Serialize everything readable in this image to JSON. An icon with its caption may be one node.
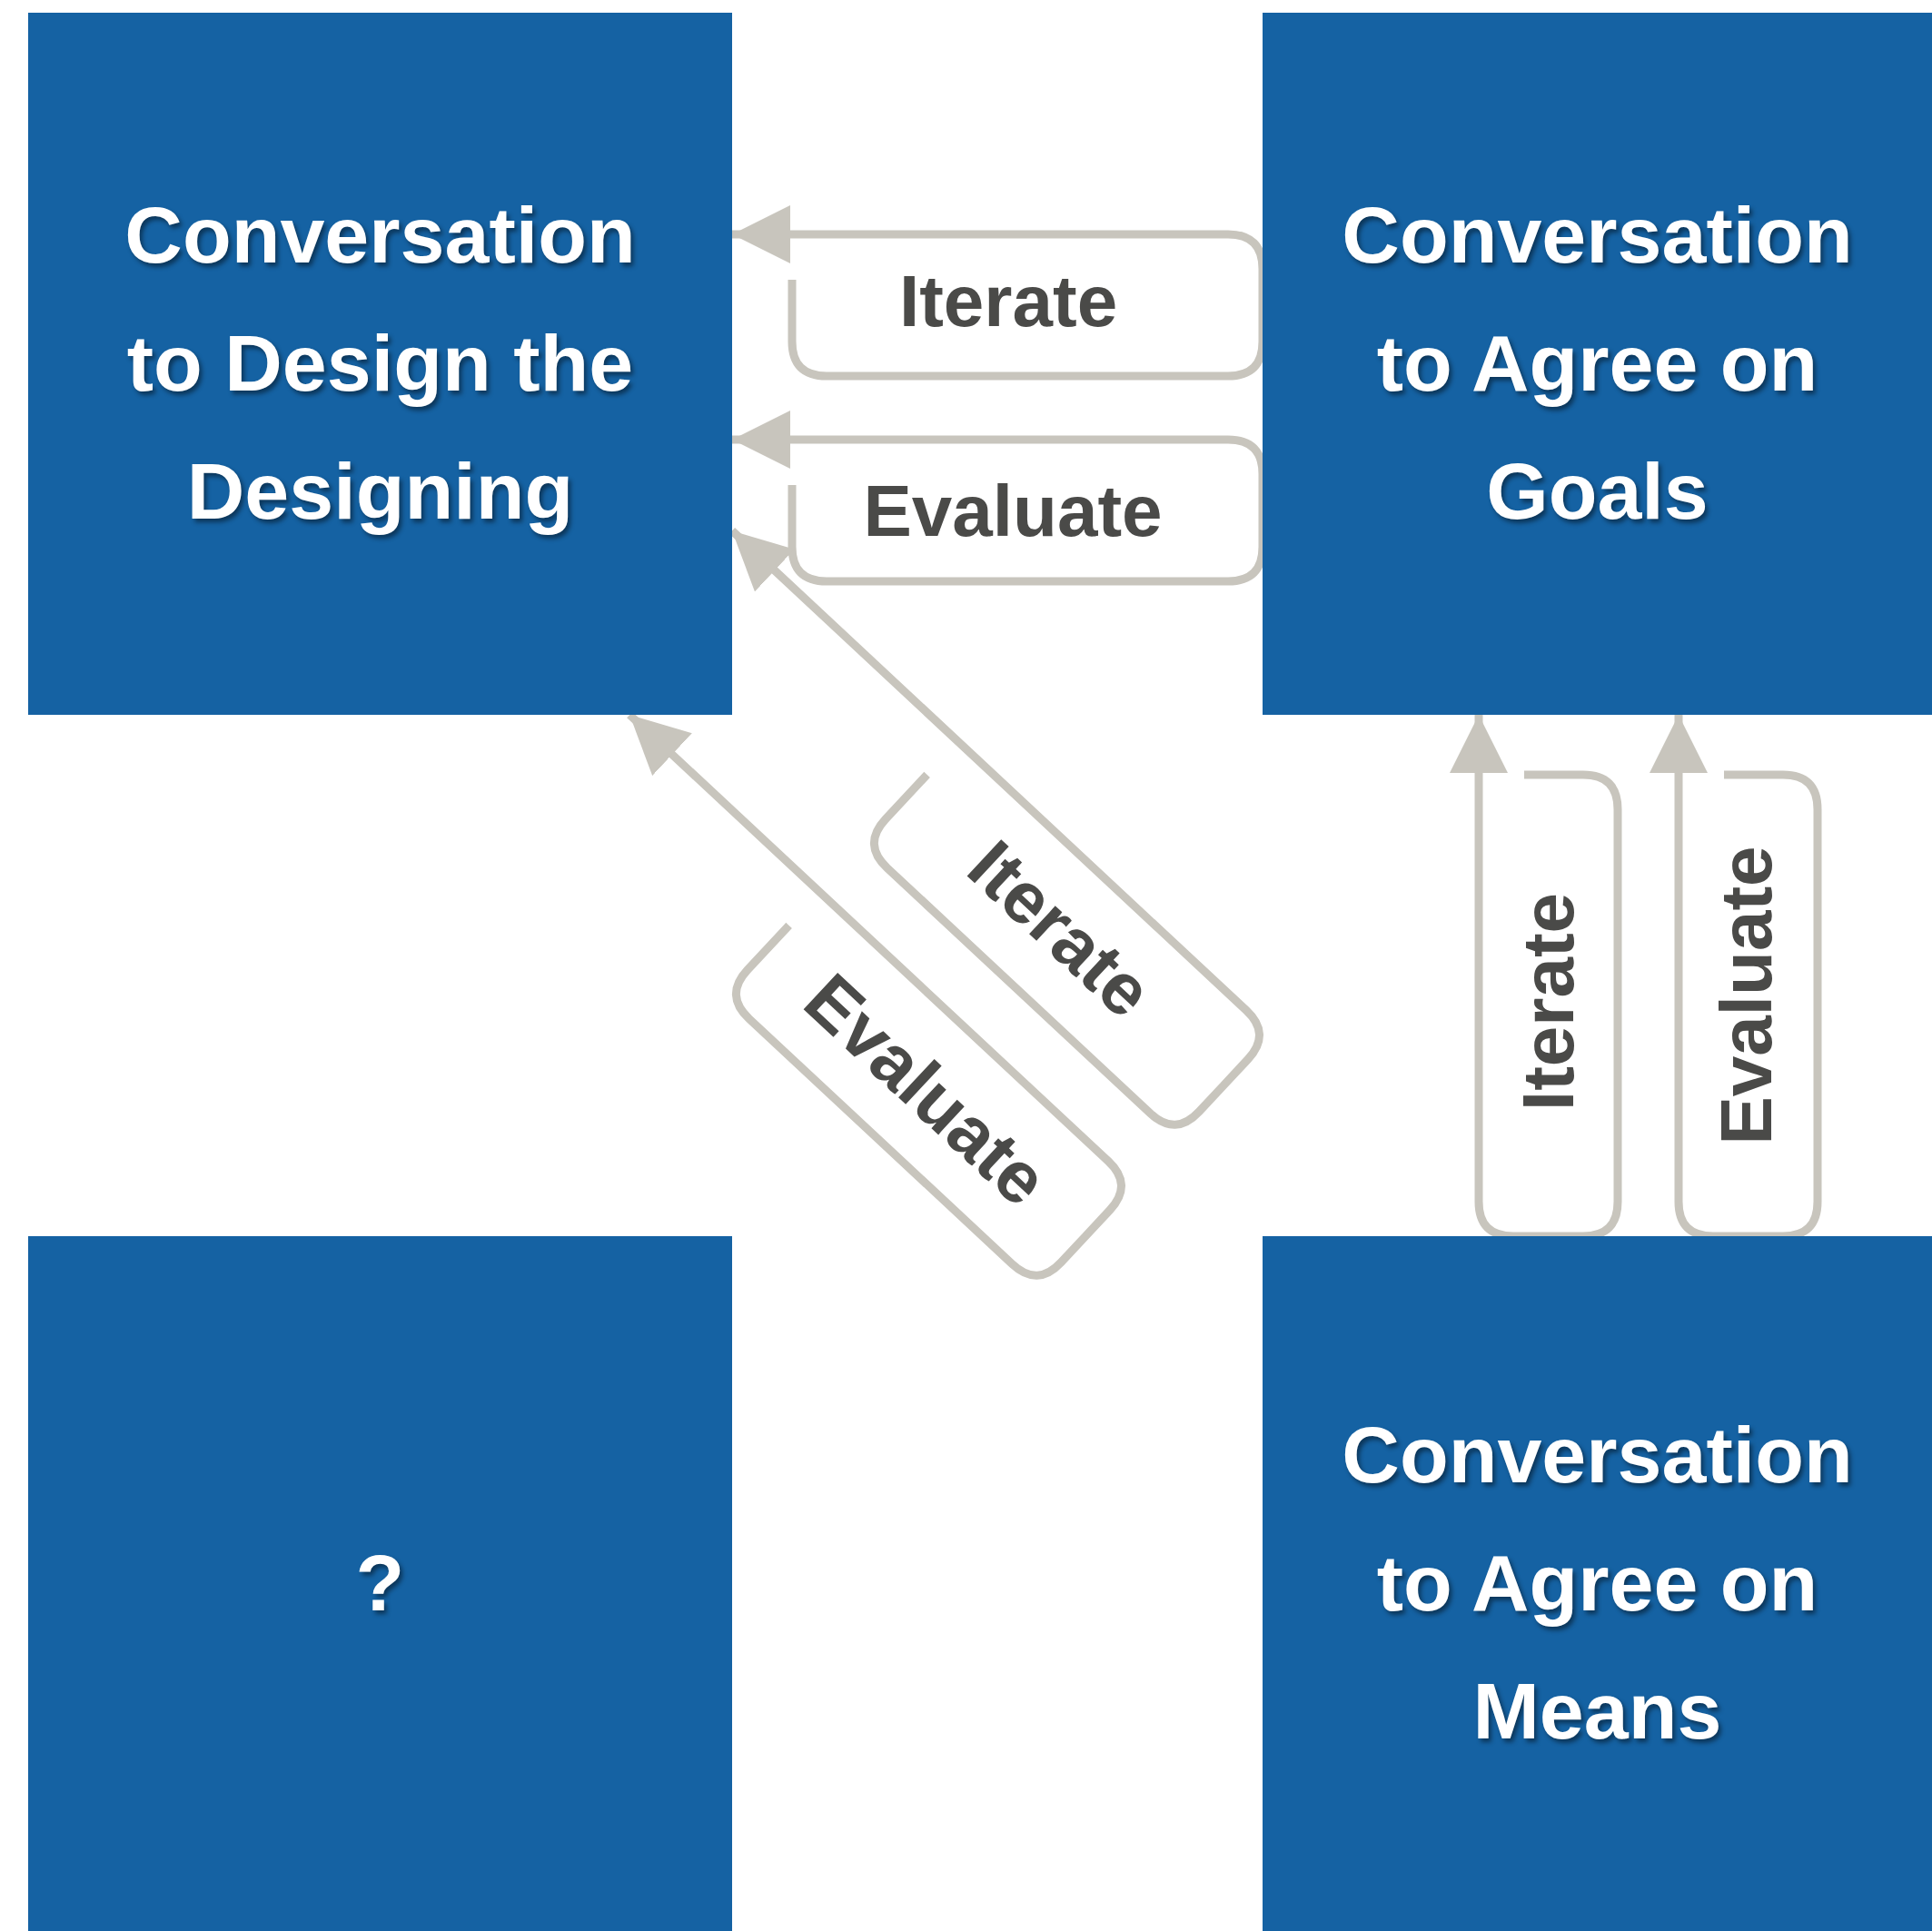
{
  "diagram": {
    "nodes": [
      {
        "text": [
          "Conversation to Design the Designing"
        ]
      },
      {
        "text": [
          "Conversation to Agree on Goals"
        ]
      },
      {
        "text": [
          "?"
        ]
      },
      {
        "text": [
          "Conversation to Agree on Means"
        ]
      }
    ],
    "edges": [
      {
        "from": 1,
        "to": 0,
        "arrow": "to",
        "label": "Iterate"
      },
      {
        "from": 1,
        "to": 0,
        "arrow": "to",
        "label": "Evaluate"
      },
      {
        "from": 3,
        "to": 1,
        "arrow": "to",
        "label": "Iterate"
      },
      {
        "from": 3,
        "to": 1,
        "arrow": "to",
        "label": "Evaluate"
      },
      {
        "from": null,
        "to": 0,
        "arrow": "to",
        "label": "Iterate"
      },
      {
        "from": null,
        "to": 0,
        "arrow": "to",
        "label": "Evaluate"
      }
    ]
  }
}
